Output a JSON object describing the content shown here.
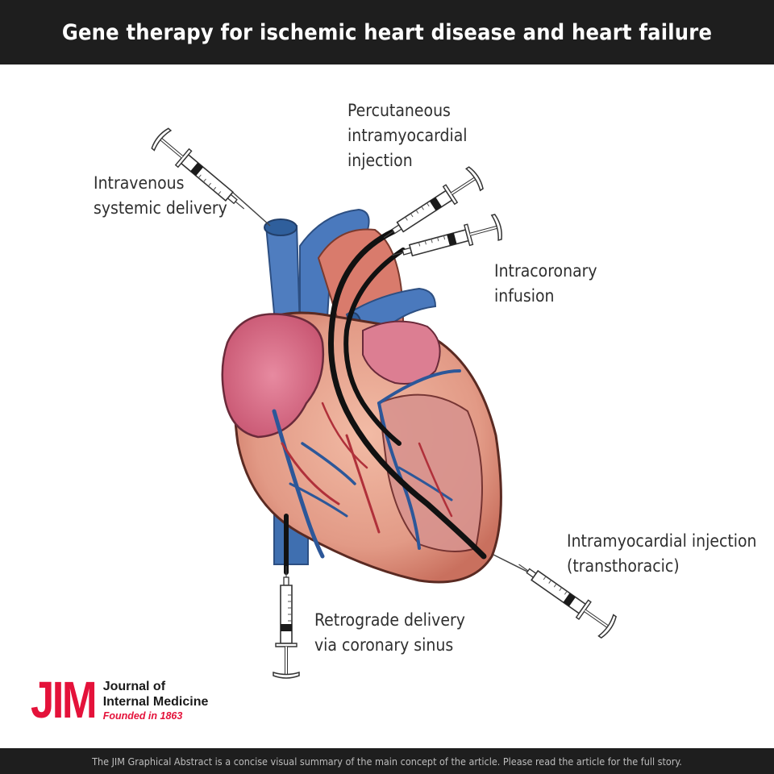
{
  "header": {
    "title": "Gene therapy for ischemic heart disease and heart failure"
  },
  "labels": {
    "intravenous": [
      "Intravenous",
      "systemic delivery"
    ],
    "percutaneous": [
      "Percutaneous",
      "intramyocardial",
      "injection"
    ],
    "intracoronary": [
      "Intracoronary",
      "infusion"
    ],
    "transthoracic": [
      "Intramyocardial injection",
      "(transthoracic)"
    ],
    "retrograde": [
      "Retrograde delivery",
      "via coronary sinus"
    ]
  },
  "brand": {
    "mark": "JIM",
    "name_line1": "Journal of",
    "name_line2": "Internal Medicine",
    "tagline": "Founded in 1863"
  },
  "footer": {
    "text": "The JIM Graphical Abstract is a concise visual summary of the main concept of the article. Please read the article for the full story."
  },
  "colors": {
    "bar": "#1e1e1e",
    "brand_red": "#e4123a",
    "heart": "#e8a08a",
    "vessel_blue": "#3f6fb0",
    "atrium": "#d96a82"
  }
}
